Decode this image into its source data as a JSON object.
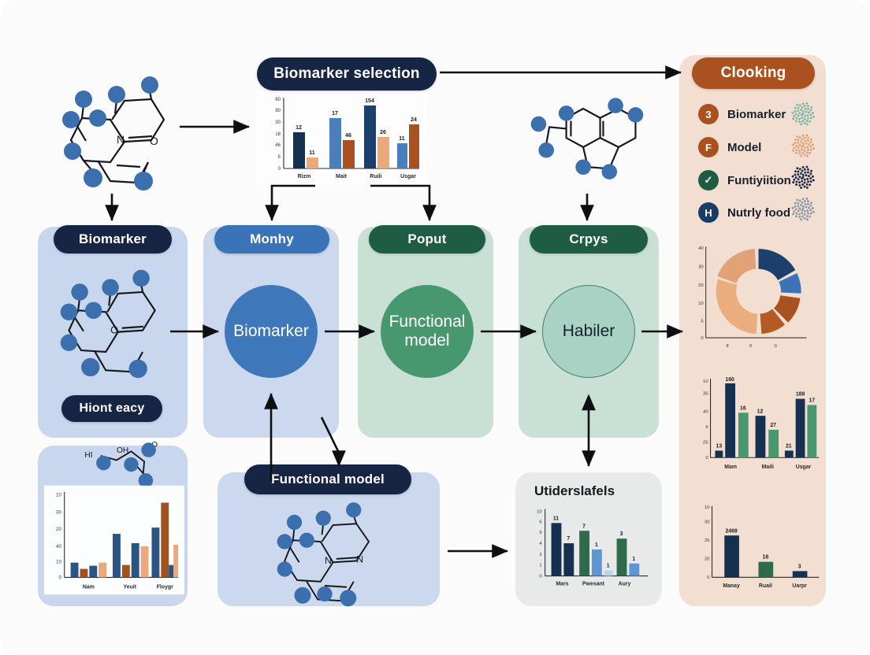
{
  "meta": {
    "background": "#fbfbfc",
    "palette": {
      "navy": "#162544",
      "blue": "#3a73b8",
      "green": "#1f5c44",
      "brown": "#a9521f",
      "mint": "#a9d1c4",
      "peach": "#f3ded2",
      "orange": "#e8a273",
      "rust": "#a9521f",
      "steel": "#3f78ba",
      "seagreen": "#47976f"
    }
  },
  "nodes": {
    "biomarker_selection_header": "Biomarker selection",
    "clooking_header": "Clooking",
    "biomarker_card_header": "Biomarker",
    "biomarker_card_footer": "Hiont eacy",
    "monhy_header": "Monhy",
    "monhy_circle": "Biomarker",
    "poput_header": "Poput",
    "poput_circle": "Functional model",
    "crpys_header": "Crpys",
    "crpys_circle": "Habiler",
    "functional_model_header": "Functional model",
    "uriderslafels_title": "Utiderslafels"
  },
  "legend": {
    "items": [
      {
        "label": "Biomarker",
        "badge": "3",
        "badge_color": "#a9521f",
        "cluster_color": "#7fb7a6"
      },
      {
        "label": "Model",
        "badge": "F",
        "badge_color": "#a9521f",
        "cluster_color": "#e0a276"
      },
      {
        "label": "Funtiyiition",
        "badge": "✓",
        "badge_color": "#1f5c44",
        "cluster_color": "#1b2a40"
      },
      {
        "label": "Nutrly food",
        "badge": "H",
        "badge_color": "#1c3d63",
        "cluster_color": "#8f99a6"
      }
    ]
  },
  "chart_data": [
    {
      "id": "biomarker-selection-bar",
      "type": "bar",
      "title": "Biomarker selection",
      "categories": [
        "Rizm",
        "Mait",
        "Ruili",
        "Usgar"
      ],
      "yticks": [
        "0",
        "5",
        "46",
        "18",
        "30",
        "80",
        "60"
      ],
      "ylim": [
        0,
        60
      ],
      "series": [
        {
          "name": "series-a",
          "color": "#16304f",
          "values": [
            18,
            35,
            52,
            12
          ],
          "labels": [
            "12",
            "17",
            "154",
            "11"
          ]
        },
        {
          "name": "series-b",
          "color": "#c97f4e",
          "values": [
            5,
            14,
            16,
            24
          ],
          "labels": [
            "11",
            "46",
            "26",
            "24"
          ]
        }
      ],
      "grid": false,
      "legend": "none"
    },
    {
      "id": "left-bottom-bar",
      "type": "bar",
      "title": "",
      "categories": [
        "Nam",
        "Yeuit",
        "Floygr"
      ],
      "yticks": [
        "0",
        "10",
        "40",
        "20",
        "30",
        "10"
      ],
      "ylim": [
        0,
        100
      ],
      "series": [
        {
          "name": "s1",
          "color": "#2a5583",
          "values": [
            14,
            44,
            50
          ]
        },
        {
          "name": "s2",
          "color": "#a0521f",
          "values": [
            7,
            11,
            88
          ]
        },
        {
          "name": "s3",
          "color": "#2a5583",
          "values": [
            10,
            46,
            9
          ]
        },
        {
          "name": "s4",
          "color": "#eaa87b",
          "values": [
            14,
            42,
            43
          ]
        }
      ],
      "grid": false,
      "legend": "none"
    },
    {
      "id": "uriderslafels-bar",
      "type": "bar",
      "title": "Utiderslafels",
      "categories": [
        "Mars",
        "Pwesant",
        "Aury"
      ],
      "yticks": [
        "0",
        "1",
        "2",
        "4",
        "9",
        "6",
        "10"
      ],
      "ylim": [
        0,
        10
      ],
      "series": [
        {
          "name": "navy",
          "color": "#16304f",
          "values": [
            11,
            7
          ],
          "labels": [
            "11",
            "7"
          ]
        },
        {
          "name": "green",
          "color": "#2d6b4a",
          "values": [
            7,
            3
          ],
          "labels": [
            "7",
            "3"
          ]
        },
        {
          "name": "blue",
          "color": "#5f96d1",
          "values": [
            1,
            1
          ],
          "labels": [
            "1",
            "1"
          ]
        },
        {
          "name": "pale",
          "color": "#b9d5ef",
          "values": [
            1
          ],
          "labels": [
            "1"
          ]
        }
      ],
      "grid": false,
      "legend": "none"
    },
    {
      "id": "donut-right",
      "type": "pie",
      "title": "",
      "yticks": [
        "0",
        "5",
        "10",
        "20",
        "30",
        "40"
      ],
      "xticks": [
        "8",
        "0",
        "0"
      ],
      "slices": [
        {
          "name": "s1",
          "value": 13,
          "color": "#1c3f6b"
        },
        {
          "name": "s2",
          "value": 11,
          "color": "#3a73b8"
        },
        {
          "name": "s3",
          "value": 12,
          "color": "#a9521f"
        },
        {
          "name": "s4",
          "value": 14,
          "color": "#b35a25"
        },
        {
          "name": "s5",
          "value": 25,
          "color": "#eaad7d"
        },
        {
          "name": "s6",
          "value": 25,
          "color": "#e0a276"
        }
      ]
    },
    {
      "id": "right-mid-bar",
      "type": "bar",
      "title": "",
      "categories": [
        "Mam",
        "Maili",
        "Usgar"
      ],
      "yticks": [
        "0",
        "25",
        "6",
        "40",
        "35",
        "10"
      ],
      "ylim": [
        0,
        100
      ],
      "series": [
        {
          "name": "navy",
          "color": "#16304f",
          "values": [
            5,
            38,
            75
          ],
          "labels": [
            "13",
            "12",
            "188"
          ]
        },
        {
          "name": "bigna",
          "color": "#16304f",
          "values": [
            95,
            5
          ],
          "labels": [
            "160",
            "21"
          ]
        },
        {
          "name": "green",
          "color": "#47976f",
          "values": [
            56,
            30,
            63
          ],
          "labels": [
            "16",
            "27",
            "17"
          ]
        }
      ],
      "grid": false,
      "legend": "none"
    },
    {
      "id": "right-bottom-bar",
      "type": "bar",
      "title": "",
      "categories": [
        "Manay",
        "Ruail",
        "Uarpr"
      ],
      "yticks": [
        "0",
        "20",
        "25",
        "30",
        "10"
      ],
      "ylim": [
        0,
        40
      ],
      "series": [
        {
          "name": "mixed",
          "color": "#16304f",
          "values": [
            26,
            8,
            2
          ],
          "labels": [
            "2469",
            "18",
            "3"
          ]
        }
      ],
      "colors": [
        "#16304f",
        "#2d6b4a",
        "#16304f"
      ],
      "grid": false,
      "legend": "none"
    }
  ]
}
